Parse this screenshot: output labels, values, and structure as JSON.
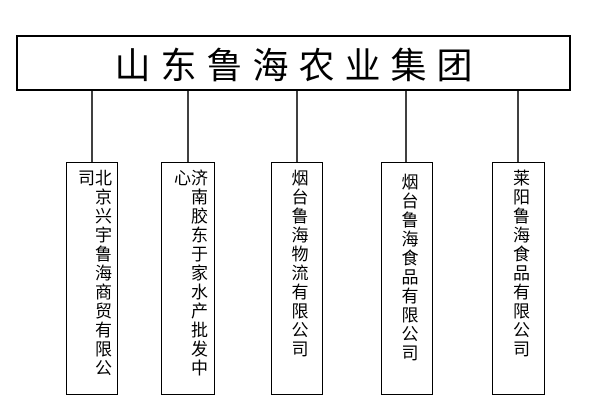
{
  "root": {
    "title": "山东鲁海农业集团"
  },
  "children": [
    {
      "label": "北京兴宇鲁海商贸有限公司"
    },
    {
      "label": "济南胶东于家水产批发中心"
    },
    {
      "label": "烟台鲁海物流有限公司"
    },
    {
      "label": "烟台鲁海食品有限公司"
    },
    {
      "label": "莱阳鲁海食品有限公司"
    }
  ]
}
